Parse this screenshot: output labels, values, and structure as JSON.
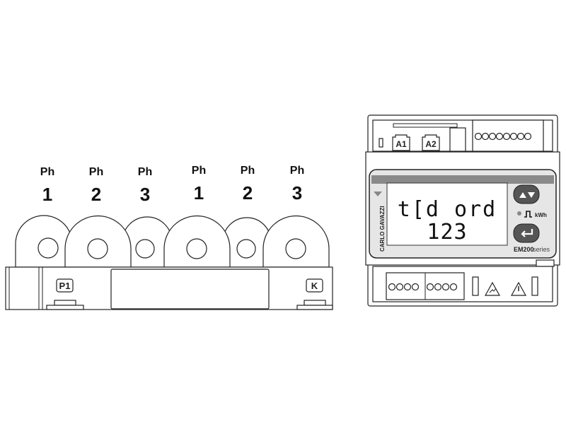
{
  "current_transformers": {
    "phases": [
      {
        "label": "Ph",
        "number": "1"
      },
      {
        "label": "Ph",
        "number": "2"
      },
      {
        "label": "Ph",
        "number": "3"
      },
      {
        "label": "Ph",
        "number": "1"
      },
      {
        "label": "Ph",
        "number": "2"
      },
      {
        "label": "Ph",
        "number": "3"
      }
    ],
    "terminal_left": "P1",
    "terminal_right": "K"
  },
  "meter": {
    "aux_terminals": [
      "A1",
      "A2"
    ],
    "brand": "CARLO GAVAZZI",
    "display_line1": "t[d ord",
    "display_line2": "123",
    "pulse_unit": "kWh",
    "model": "EM200",
    "series": "series"
  }
}
